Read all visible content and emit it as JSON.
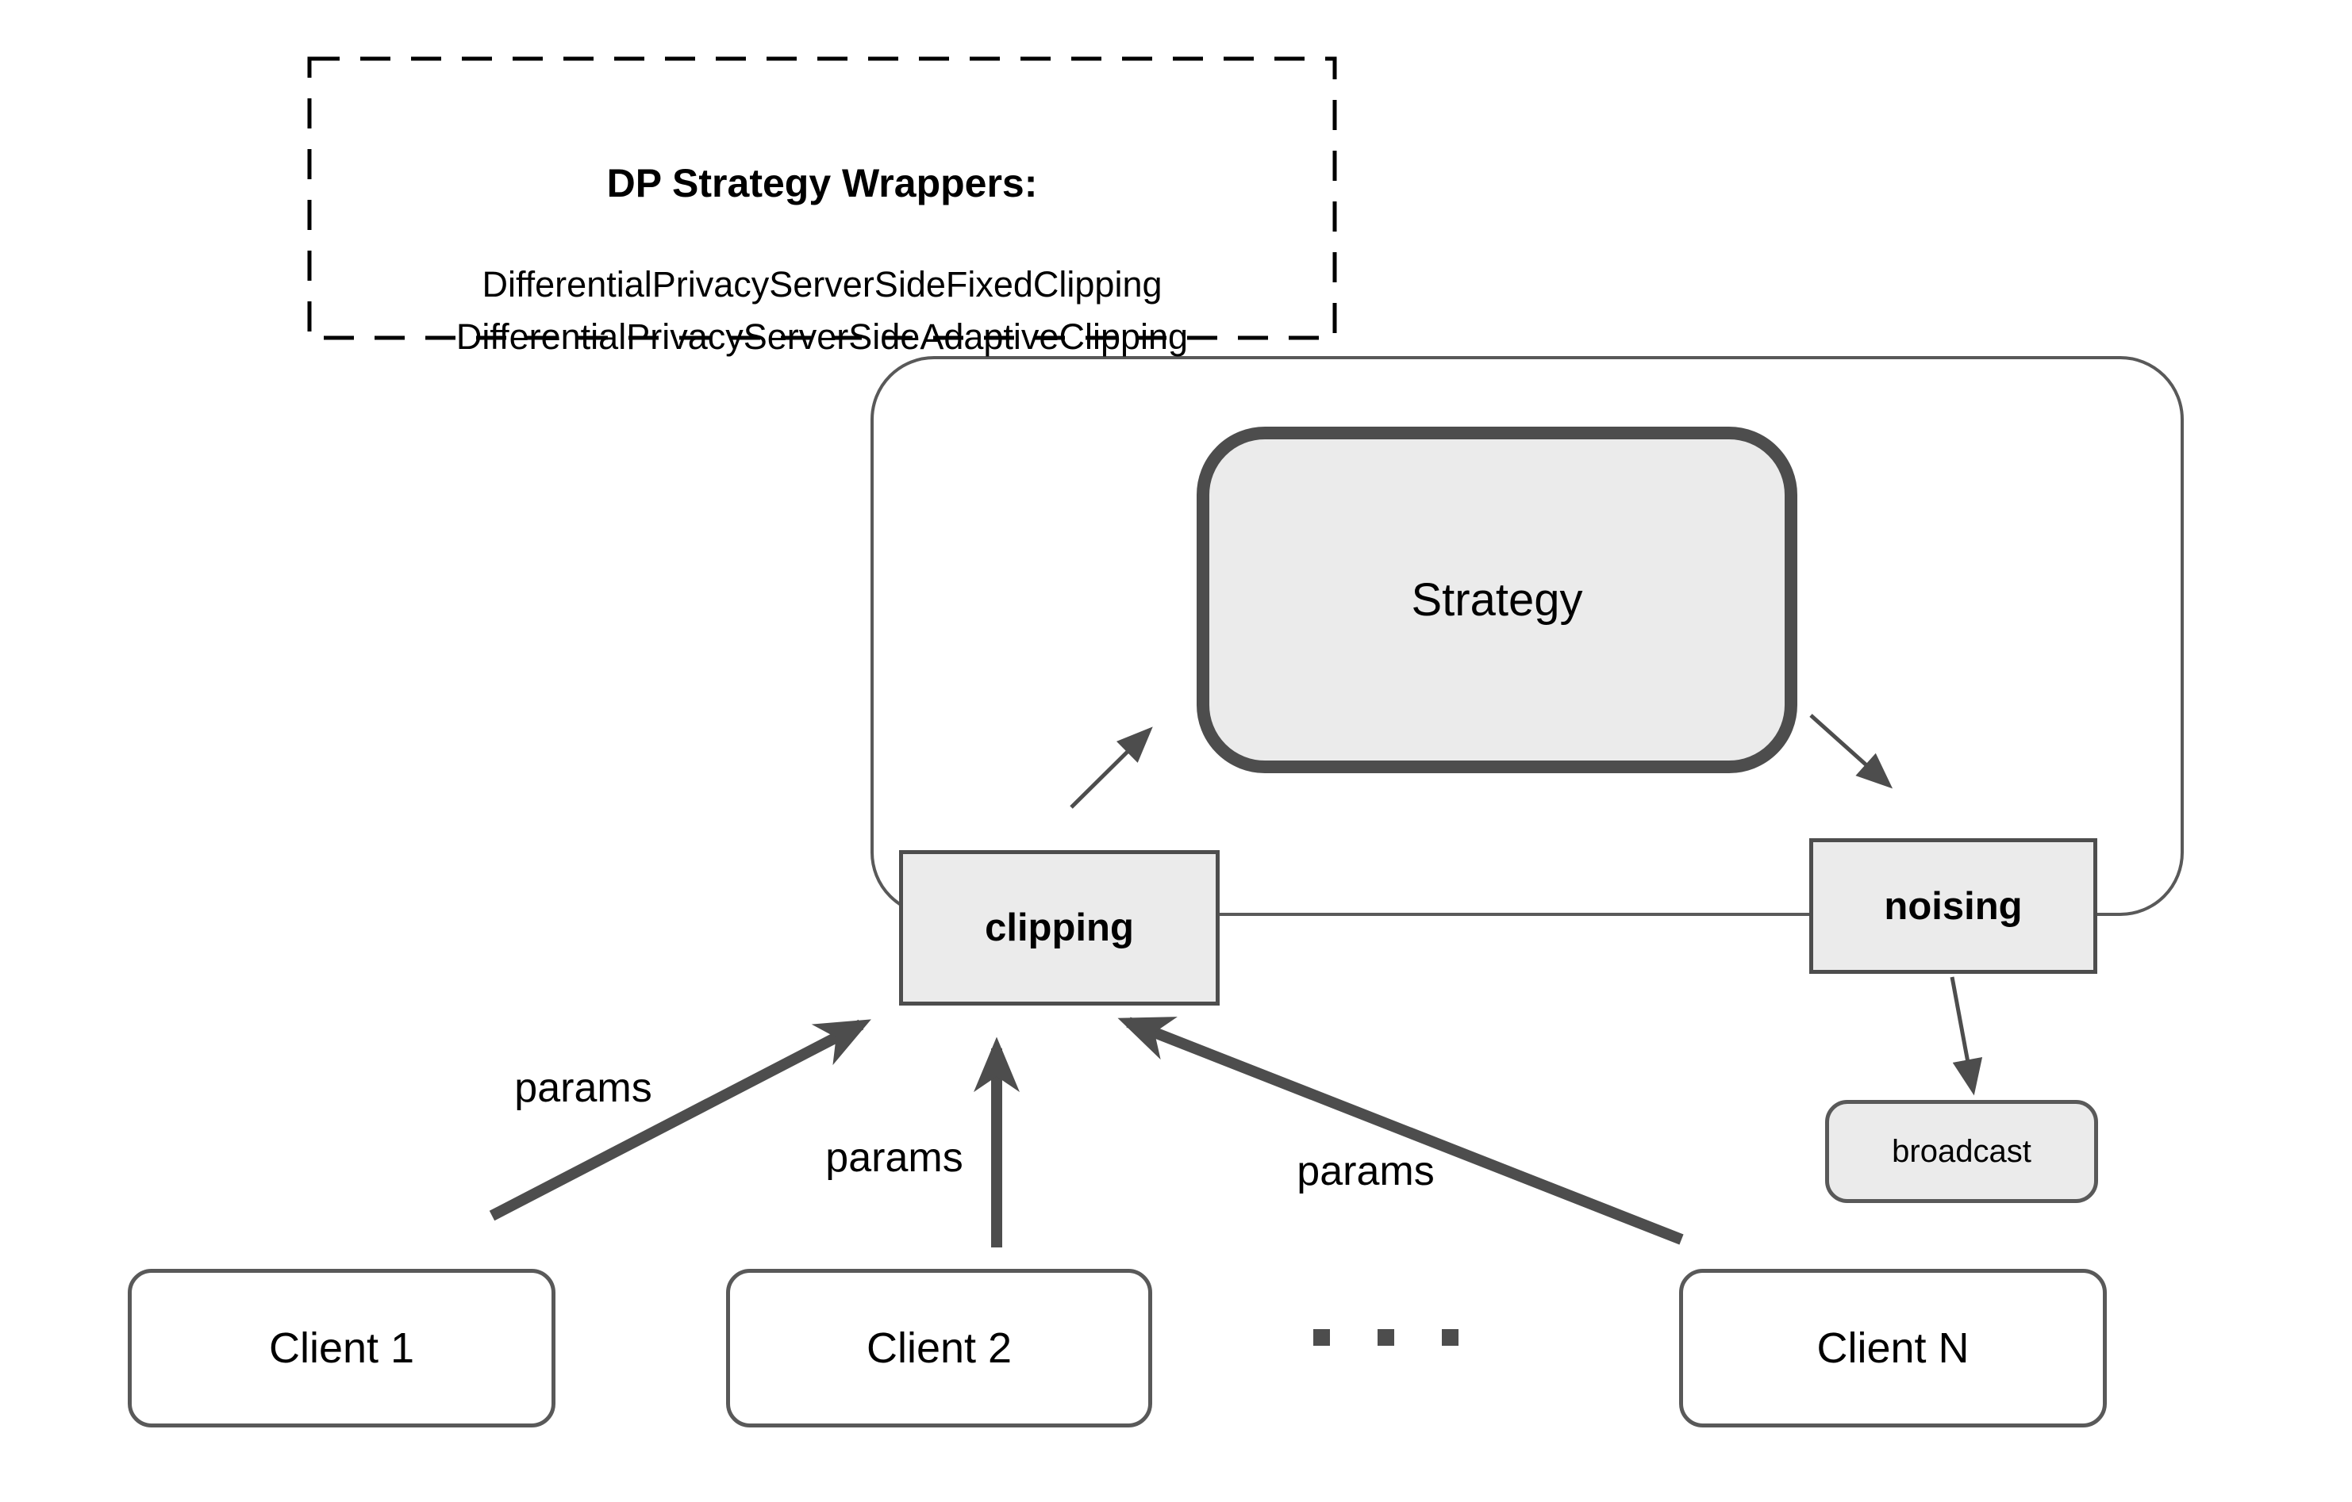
{
  "colors": {
    "arrow_and_border_gray": "#4d4d4d",
    "container_border_gray": "#595959",
    "box_fill_light_gray": "#ebebeb",
    "client_fill_white": "#ffffff",
    "legend_border_black": "#000000",
    "text_black": "#000000"
  },
  "legend": {
    "title": "DP Strategy Wrappers:",
    "items": [
      "DifferentialPrivacyServerSideFixedClipping",
      "DifferentialPrivacyServerSideAdaptiveClipping"
    ]
  },
  "server": {
    "strategy": "Strategy",
    "clipping": "clipping",
    "noising": "noising",
    "broadcast": "broadcast"
  },
  "clients": [
    {
      "label": "Client 1"
    },
    {
      "label": "Client 2"
    },
    {
      "label": "Client N"
    }
  ],
  "clients_ellipsis": "...",
  "flows": {
    "client_arrows": [
      {
        "from": "Client 1",
        "to": "clipping",
        "label": "params"
      },
      {
        "from": "Client 2",
        "to": "clipping",
        "label": "params"
      },
      {
        "from": "Client N",
        "to": "clipping",
        "label": "params"
      }
    ],
    "internal_arrows": [
      {
        "from": "clipping",
        "to": "Strategy"
      },
      {
        "from": "Strategy",
        "to": "noising"
      },
      {
        "from": "noising",
        "to": "broadcast"
      }
    ]
  }
}
